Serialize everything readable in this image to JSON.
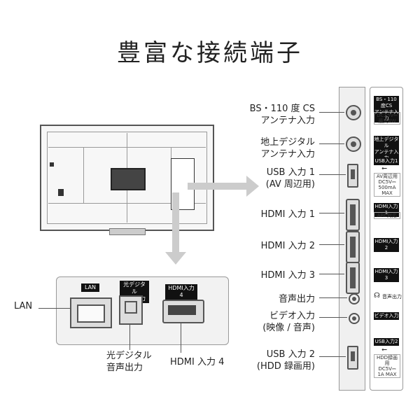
{
  "title": "豊富な接続端子",
  "ports": {
    "bs": "BS・110 度 CS\nアンテナ入力",
    "terrestrial": "地上デジタル\nアンテナ入力",
    "usb1": "USB 入力 1\n(AV 周辺用)",
    "hdmi1": "HDMI 入力 1",
    "hdmi2": "HDMI 入力 2",
    "hdmi3": "HDMI 入力 3",
    "audio_out": "音声出力",
    "video_in": "ビデオ入力\n(映像 / 音声)",
    "usb2": "USB 入力 2\n(HDD 録画用)"
  },
  "bottom_panel": {
    "lan_badge": "LAN",
    "optical_badge": "光デジタル\n音声出力",
    "hdmi4_badge": "HDMI入力4",
    "lan_label": "LAN",
    "optical_label": "光デジタル\n音声出力",
    "hdmi4_label": "HDMI 入力 4"
  },
  "side_labels": {
    "bs": "BS・110度CS\nアンテナ入力",
    "bs_sub": "DC15V⎓\n最大4W",
    "terrestrial": "地上デジタル\nアンテナ入力",
    "usb1": "USB入力1",
    "usb1_sub": "AV周辺用\nDC5V⎓\n500mA MAX",
    "hdmi1": "HDMI入力1",
    "hdmi1_sub": "ARC対応",
    "hdmi2": "HDMI入力2",
    "hdmi3": "HDMI入力3",
    "audio_out": "音声出力",
    "video_in": "ビデオ入力",
    "usb2": "USB入力2",
    "usb2_sub": "HDD録画用\nDC5V⎓\n1A MAX"
  },
  "icons": {
    "usb_icon": "usb-icon",
    "headphone_icon": "headphone-icon"
  }
}
